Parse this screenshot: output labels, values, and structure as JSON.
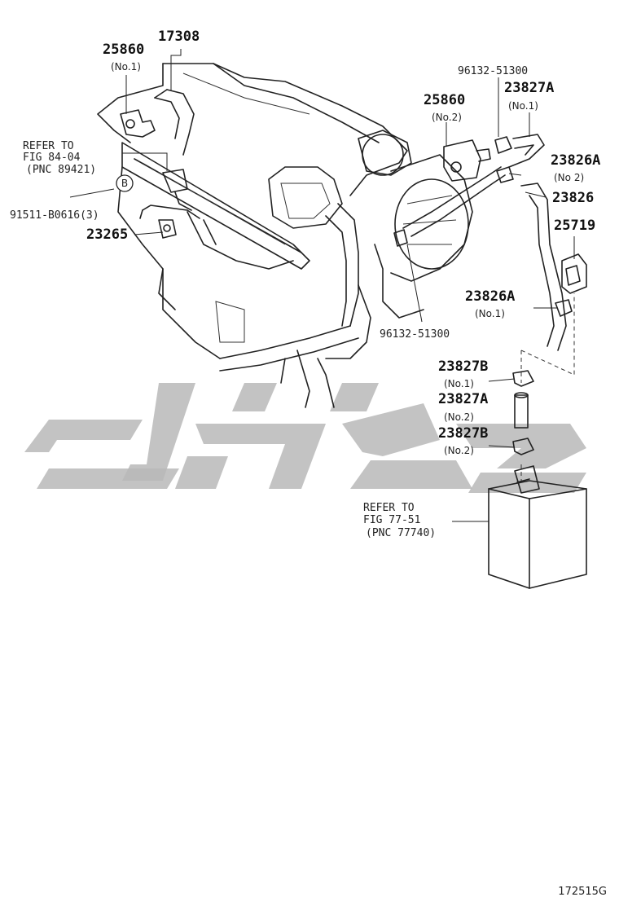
{
  "figure_code": "172515G",
  "refs": {
    "r1": {
      "line1": "REFER TO",
      "line2": "FIG 84-04",
      "line3": "(PNC 89421)"
    },
    "r2": {
      "line1": "REFER TO",
      "line2": "FIG 77-51",
      "line3": "(PNC 77740)"
    }
  },
  "labels": {
    "p25860_1": {
      "pn": "25860",
      "sub": "(No.1)"
    },
    "p17308": {
      "pn": "17308"
    },
    "p96132_top": {
      "pn": "96132-51300"
    },
    "p23827A_1": {
      "pn": "23827A",
      "sub": "(No.1)"
    },
    "p25860_2": {
      "pn": "25860",
      "sub": "(No.2)"
    },
    "p23826A_2": {
      "pn": "23826A",
      "sub": "(No 2)"
    },
    "p23826": {
      "pn": "23826"
    },
    "p25719": {
      "pn": "25719"
    },
    "p91511": {
      "pn": "91511-B0616(3)"
    },
    "p23265": {
      "pn": "23265"
    },
    "p23826A_1": {
      "pn": "23826A",
      "sub": "(No.1)"
    },
    "p96132_mid": {
      "pn": "96132-51300"
    },
    "p23827B_1": {
      "pn": "23827B",
      "sub": "(No.1)"
    },
    "p23827A_2": {
      "pn": "23827A",
      "sub": "(No.2)"
    },
    "p23827B_2": {
      "pn": "23827B",
      "sub": "(No.2)"
    }
  },
  "badge": {
    "letter": "B"
  },
  "colors": {
    "line": "#222222",
    "watermark": "#b9b9b9",
    "background": "#ffffff"
  }
}
